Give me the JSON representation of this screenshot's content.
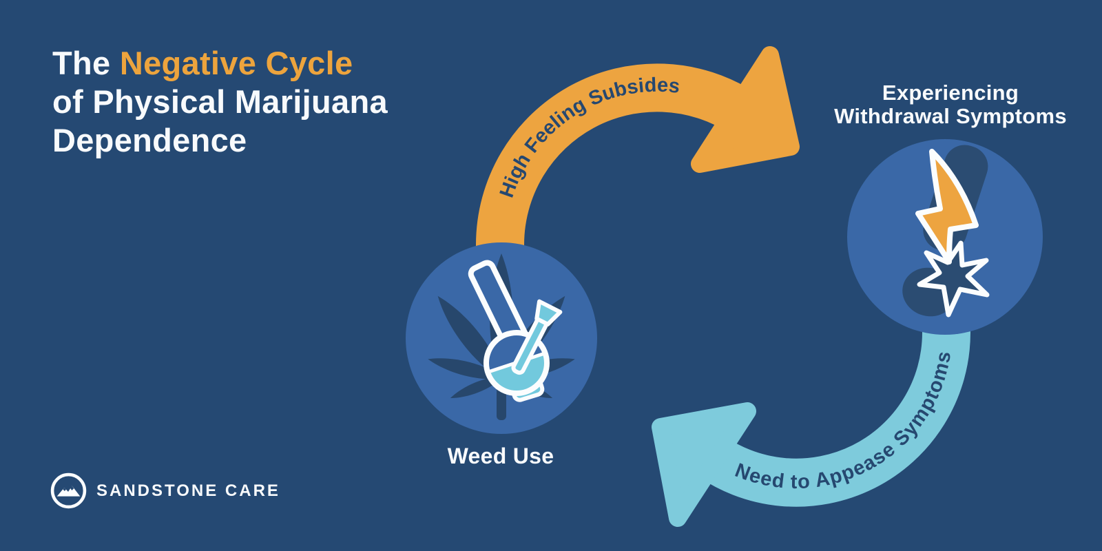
{
  "title": {
    "line1_white": "The",
    "line1_accent": "Negative Cycle",
    "line2": "of Physical Marijuana",
    "line3": "Dependence"
  },
  "cycle": {
    "arrow_top": {
      "label": "High Feeling Subsides",
      "color": "#EDA440"
    },
    "arrow_bottom": {
      "label": "Need to Appease Symptoms",
      "color": "#7ECBDC"
    },
    "node_left": {
      "label": "Weed Use",
      "icon": "bong-icon, marijuana-leaf-icon"
    },
    "node_right": {
      "label_line1": "Experiencing",
      "label_line2": "Withdrawal Symptoms",
      "icon": "lightning-bolt-icon, starburst-icon, exclamation-mark-icon"
    }
  },
  "footer": {
    "brand_name": "SANDSTONE CARE",
    "logo_icon": "mountain-circle-icon"
  },
  "colors": {
    "background": "#254973",
    "node_circle_blue": "#3A68A7",
    "orange_accent": "#EDA440",
    "teal_accent": "#7ECBDC",
    "dark_navy_text": "#264870",
    "white_text": "#F8FAFC"
  }
}
